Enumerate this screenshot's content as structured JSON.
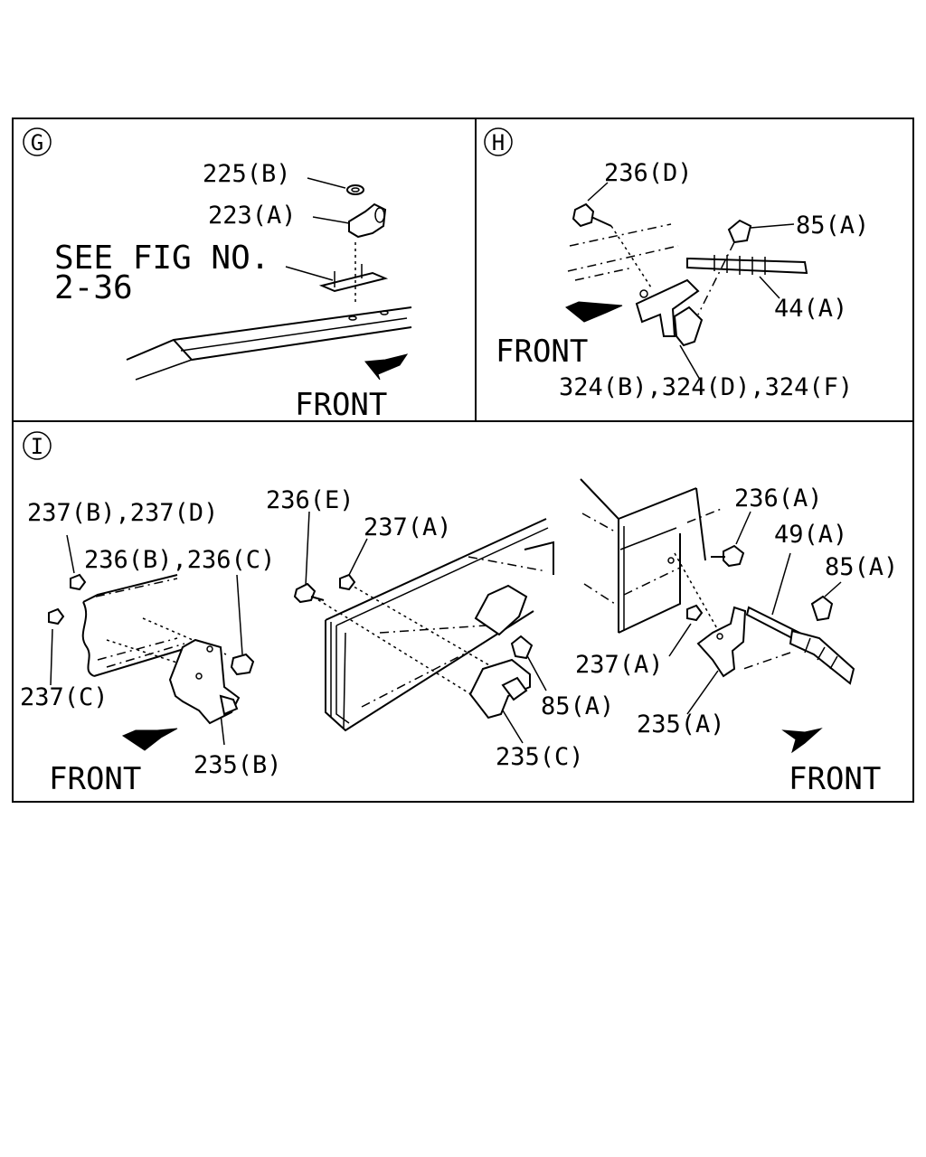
{
  "panel_g": {
    "marker": "G",
    "see_fig_line1": "SEE FIG NO.",
    "see_fig_line2": "2-36",
    "callout_225b": "225(B)",
    "callout_223a": "223(A)",
    "front_label": "FRONT"
  },
  "panel_h": {
    "marker": "H",
    "callout_236d": "236(D)",
    "callout_85a": "85(A)",
    "callout_44a": "44(A)",
    "callout_324": "324(B),324(D),324(F)",
    "front_label": "FRONT"
  },
  "panel_i": {
    "marker": "I",
    "callout_237bd": "237(B),237(D)",
    "callout_236bc": "236(B),236(C)",
    "callout_237c": "237(C)",
    "callout_235b": "235(B)",
    "callout_236e": "236(E)",
    "callout_237a_mid": "237(A)",
    "callout_85a_mid": "85(A)",
    "callout_235c": "235(C)",
    "callout_236a": "236(A)",
    "callout_49a": "49(A)",
    "callout_85a_right": "85(A)",
    "callout_237a_right": "237(A)",
    "callout_235a": "235(A)",
    "front_left": "FRONT",
    "front_right": "FRONT"
  }
}
